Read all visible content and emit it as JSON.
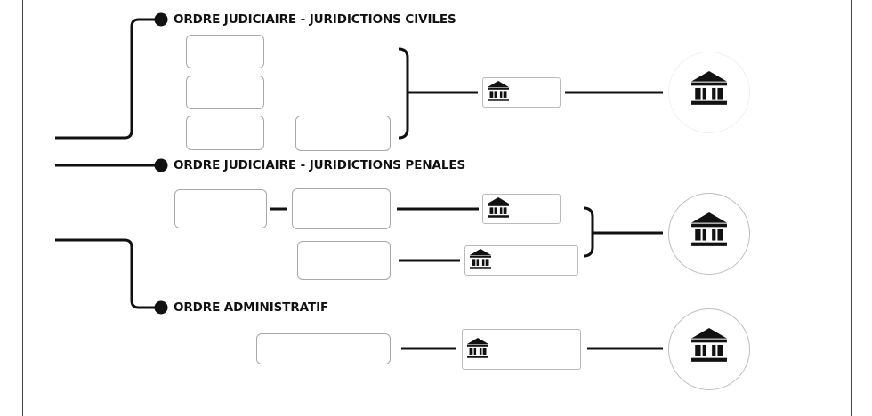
{
  "sections": {
    "civil": {
      "title": "ORDRE JUDICIAIRE - JURIDICTIONS CIVILES"
    },
    "penal": {
      "title": "ORDRE JUDICIAIRE - JURIDICTIONS PENALES"
    },
    "admin": {
      "title": "ORDRE ADMINISTRATIF"
    }
  },
  "icons": {
    "court": "courthouse-icon"
  },
  "colors": {
    "line": "#111111",
    "box_border": "#a8a8a8",
    "circle_border": "#bdbdbd"
  }
}
